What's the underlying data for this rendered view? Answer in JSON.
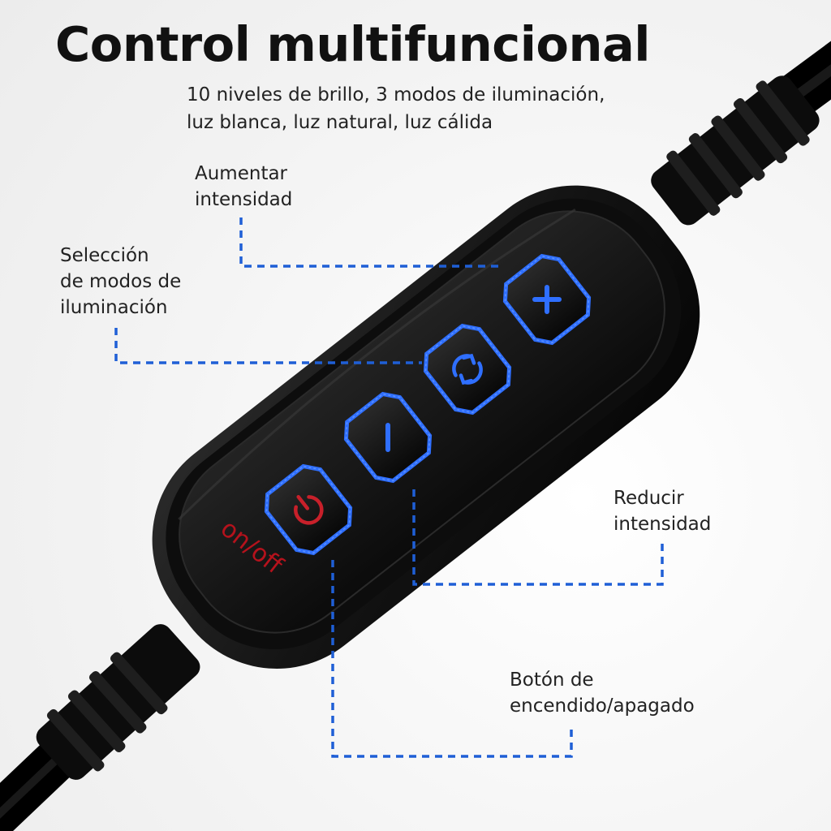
{
  "header": {
    "title": "Control multifuncional",
    "subtitle_line1": "10 niveles de brillo, 3 modos de iluminación,",
    "subtitle_line2": "luz blanca, luz natural, luz cálida"
  },
  "callouts": {
    "increase": {
      "line1": "Aumentar",
      "line2": "intensidad"
    },
    "mode": {
      "line1": "Selección",
      "line2": "de modos de",
      "line3": "iluminación"
    },
    "decrease": {
      "line1": "Reducir",
      "line2": "intensidad"
    },
    "power": {
      "line1": "Botón de",
      "line2": "encendido/apagado"
    }
  },
  "device": {
    "power_text": "on/off",
    "icons": {
      "power": "power-icon",
      "minus": "minus-icon",
      "cycle": "cycle-icon",
      "plus": "plus-icon"
    }
  },
  "colors": {
    "accent_blue": "#1f5fd6",
    "button_glow": "#2f6fff",
    "power_red": "#c8202a",
    "body_black": "#111111"
  }
}
